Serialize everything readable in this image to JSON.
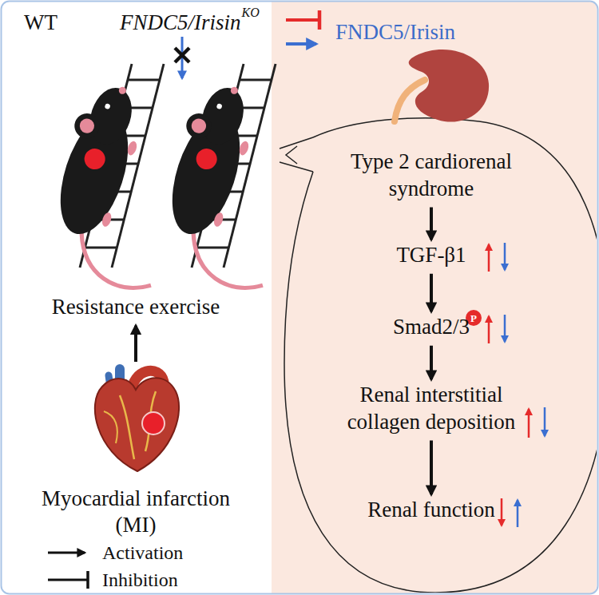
{
  "diagram": {
    "nodes": [
      {
        "text": [
          "Resistance exercise"
        ]
      },
      {
        "text": [
          "Myocardial infarction (MI)"
        ]
      },
      {
        "text": [
          "Type 2 cardiorenal syndrome"
        ]
      },
      {
        "text": [
          "TGF-β1"
        ]
      },
      {
        "text": [
          "Smad2/3"
        ]
      },
      {
        "text": [
          "Renal interstitial collagen deposition"
        ]
      },
      {
        "text": [
          "Renal function"
        ]
      }
    ],
    "edges": [
      {
        "from": 1,
        "to": 0,
        "arrow": "to"
      },
      {
        "from": 2,
        "to": 3,
        "arrow": "to"
      },
      {
        "from": 3,
        "to": 4,
        "arrow": "to"
      },
      {
        "from": 4,
        "to": 5,
        "arrow": "to"
      },
      {
        "from": 5,
        "to": 6,
        "arrow": "to"
      }
    ],
    "labels": [
      "WT",
      "FNDC5/Irisin",
      "KO",
      "FNDC5/Irisin",
      "P"
    ],
    "legend": [
      {
        "text": "Activation"
      },
      {
        "text": "Inhibition"
      }
    ]
  }
}
